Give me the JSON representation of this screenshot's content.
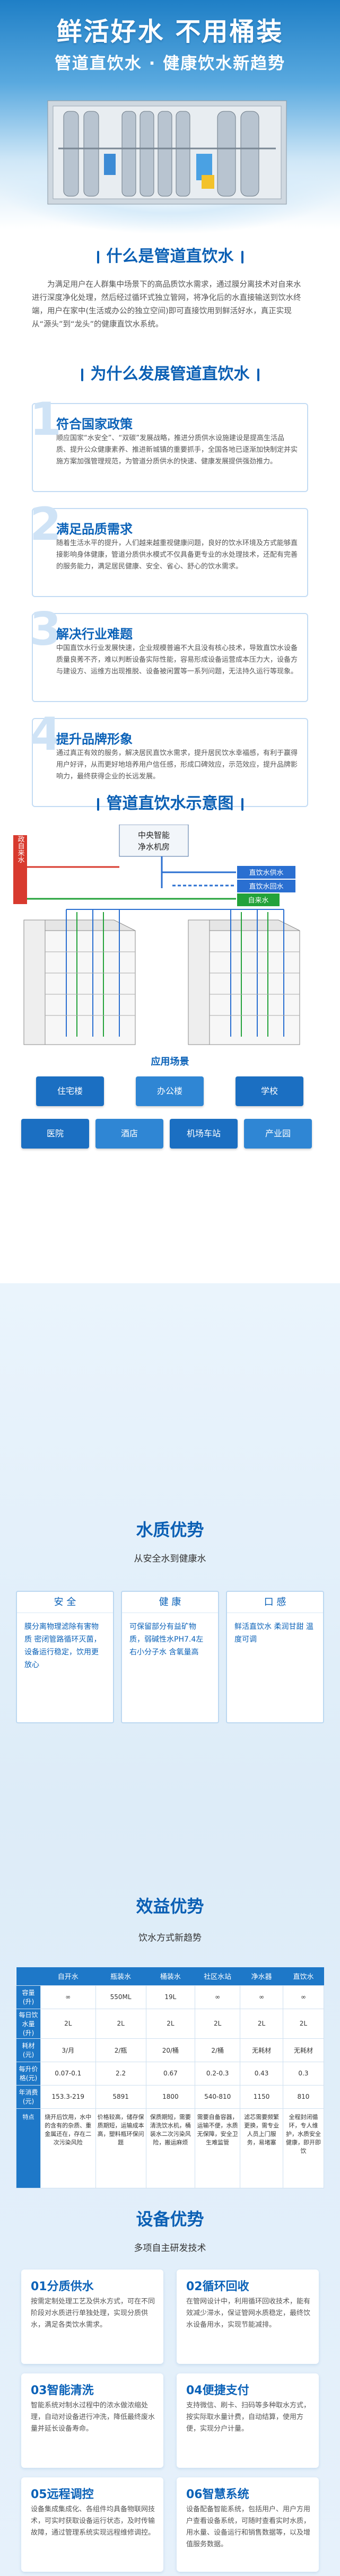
{
  "hero": {
    "title": "鲜活好水 不用桶装",
    "subtitle": "管道直饮水 · 健康饮水新趋势"
  },
  "what": {
    "title": "什么是管道直饮水",
    "text": "为满足用户在人群集中场景下的高品质饮水需求，通过膜分离技术对自来水进行深度净化处理，然后经过循环式独立管网，将净化后的水直接输送到饮水终端，用户在家中(生活或办公的独立空间)即可直接饮用到鲜活好水，真正实现从“源头”到“龙头”的健康直饮水系统。"
  },
  "why": {
    "title": "为什么发展管道直饮水",
    "items": [
      {
        "num": "1",
        "title": "符合国家政策",
        "desc": "顺应国家“水安全”、“双碳”发展战略，推进分质供水设施建设是提高生活品质、提升公众健康素养、推进新城镇的重要抓手，全国各地已逐渐加快制定并实施方案加强管理规范，为管道分质供水的快速、健康发展提供强劲推力。"
      },
      {
        "num": "2",
        "title": "满足品质需求",
        "desc": "随着生活水平的提升，人们越来越重视健康问题，良好的饮水环境及方式能够直接影响身体健康，管道分质供水模式不仅具备更专业的水处理技术，还配有完善的服务能力，满足居民健康、安全、省心、舒心的饮水需求。"
      },
      {
        "num": "3",
        "title": "解决行业难题",
        "desc": "中国直饮水行业发展快速，企业规模普遍不大且没有核心技术，导致直饮水设备质量良莠不齐，难以判断设备实际性能，容易形成设备运营成本压力大，设备方与建设方、运维方出现推脱、设备被闲置等一系列问题，无法持久运行等现象。"
      },
      {
        "num": "4",
        "title": "提升品牌形象",
        "desc": "通过真正有效的服务，解决居民直饮水需求，提升居民饮水幸福感，有利于赢得用户好评，从而更好地培养用户信任感，形成口碑效应，示范效应，提升品牌影响力，最终获得企业的长远发展。"
      }
    ]
  },
  "diagram": {
    "title": "管道直饮水示意图",
    "source_label": "市政自来水",
    "machine_room": "中央智能\n净水机房",
    "supply": "直饮水供水",
    "return": "直饮水回水",
    "tap": "自来水",
    "machine_room_line1": "中央智能",
    "machine_room_line2": "净水机房"
  },
  "scenes": {
    "title": "应用场景",
    "items": [
      "住宅楼",
      "办公楼",
      "学校",
      "医院",
      "酒店",
      "机场车站",
      "产业园"
    ]
  },
  "quality": {
    "title": "水质优势",
    "subtitle": "从安全水到健康水",
    "cards": [
      {
        "head": "安 全",
        "body": "膜分离物理滤除有害物质 密闭管路循环灭菌，设备运行稳定，饮用更放心"
      },
      {
        "head": "健 康",
        "body": "可保留部分有益矿物质，弱碱性水PH7.4左右小分子水 含氧量高"
      },
      {
        "head": "口 感",
        "body": "鲜活直饮水 柔润甘甜 温度可调"
      }
    ]
  },
  "benefit": {
    "title": "效益优势",
    "subtitle": "饮水方式新趋势",
    "columns": [
      "",
      "自开水",
      "瓶装水",
      "桶装水",
      "社区水站",
      "净水器",
      "直饮水"
    ],
    "rows": [
      {
        "h": "容量(升)",
        "cells": [
          "∞",
          "550ML",
          "19L",
          "∞",
          "∞",
          "∞"
        ]
      },
      {
        "h": "每日饮水量(升)",
        "cells": [
          "2L",
          "2L",
          "2L",
          "2L",
          "2L",
          "2L"
        ]
      },
      {
        "h": "耗材(元)",
        "cells": [
          "3/月",
          "2/瓶",
          "20/桶",
          "2/桶",
          "无耗材",
          "无耗材"
        ]
      },
      {
        "h": "每升价格(元)",
        "cells": [
          "0.07-0.1",
          "2.2",
          "0.67",
          "0.2-0.3",
          "0.43",
          "0.3"
        ]
      },
      {
        "h": "年消费(元)",
        "cells": [
          "153.3-219",
          "5891",
          "1800",
          "540-810",
          "1150",
          "810"
        ]
      }
    ],
    "notes_header": "特点",
    "notes": [
      "烧开后饮用，水中的含有的杂质、重金属还在，存在二次污染风险",
      "价格较高，储存保质期短，运输成本高，塑料瓶环保问题",
      "保质期短，需要清洗饮水机，桶装水二次污染风险，搬运麻烦",
      "需要自备容器，运输不便，水质无保障，安全卫生难监管",
      "滤芯需要频繁更换，需专业人员上门服务，易堵塞",
      "全程封闭循环，专人维护，水质安全健康，即开即饮"
    ]
  },
  "equipment": {
    "title": "设备优势",
    "subtitle": "多项自主研发技术",
    "items": [
      {
        "title": "01分质供水",
        "desc": "按需定制处理工艺及供水方式，可在不同阶段对水质进行单独处理，实现分质供水，满足各类饮水需求。"
      },
      {
        "title": "02循环回收",
        "desc": "在管网设计中，利用循环回收技术，能有效减少滞水，保证管网水质稳定，最终饮水设备用水，实现节能减排。"
      },
      {
        "title": "03智能清洗",
        "desc": "智能系统对制水过程中的浓水做浓缩处理，自动对设备进行冲洗，降低最终废水量并延长设备寿命。"
      },
      {
        "title": "04便捷支付",
        "desc": "支持微信、刷卡、扫码等多种取水方式，按实际取水量计费，自动结算，使用方便，实现分户计量。"
      },
      {
        "title": "05远程调控",
        "desc": "设备集成集成化、各组件均具备物联网技术，可实时获取设备运行状态，及时传输故障，通过管理系统实现远程维修调控。"
      },
      {
        "title": "06智慧系统",
        "desc": "设备配备智能系统，包括用户、用户方用户查看设备系统，可随时查看实时水质，用水量、设备运行和销售数据等，以及增值服务数据。"
      }
    ]
  },
  "colors": {
    "primary": "#0b62b8",
    "accent": "#1e78c8",
    "supply_pipe": "#2a6fd1",
    "tap_pipe": "#23a23a",
    "source_pipe": "#d83a2e"
  }
}
